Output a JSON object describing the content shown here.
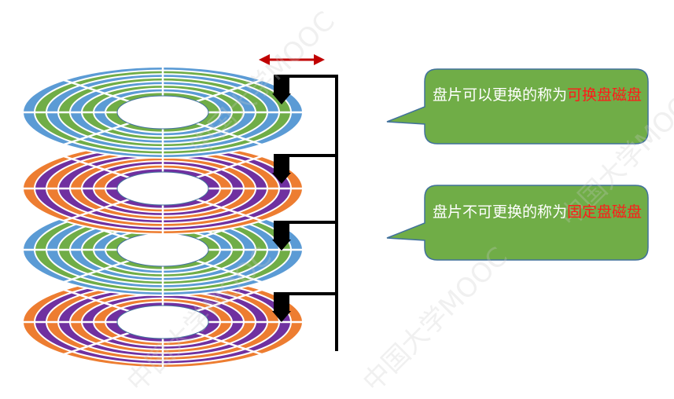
{
  "colors": {
    "blue": "#5b9bd5",
    "green": "#70ad47",
    "orange": "#ed7d31",
    "purple": "#7030a0",
    "arm": "#000000",
    "arrow": "#c00000",
    "callout_fill": "#70ad47",
    "callout_border": "#41719c",
    "highlight": "#ff1a1a"
  },
  "platters": [
    {
      "outer": "blue",
      "inner": "green"
    },
    {
      "outer": "orange",
      "inner": "purple"
    },
    {
      "outer": "blue",
      "inner": "green"
    },
    {
      "outer": "orange",
      "inner": "purple"
    }
  ],
  "callouts": [
    {
      "text": "盘片可以更换的称为",
      "highlight": "可换盘磁盘"
    },
    {
      "text": "盘片不可更换的称为",
      "highlight": "固定盘磁盘"
    }
  ],
  "watermark": "中国大学MOOC"
}
